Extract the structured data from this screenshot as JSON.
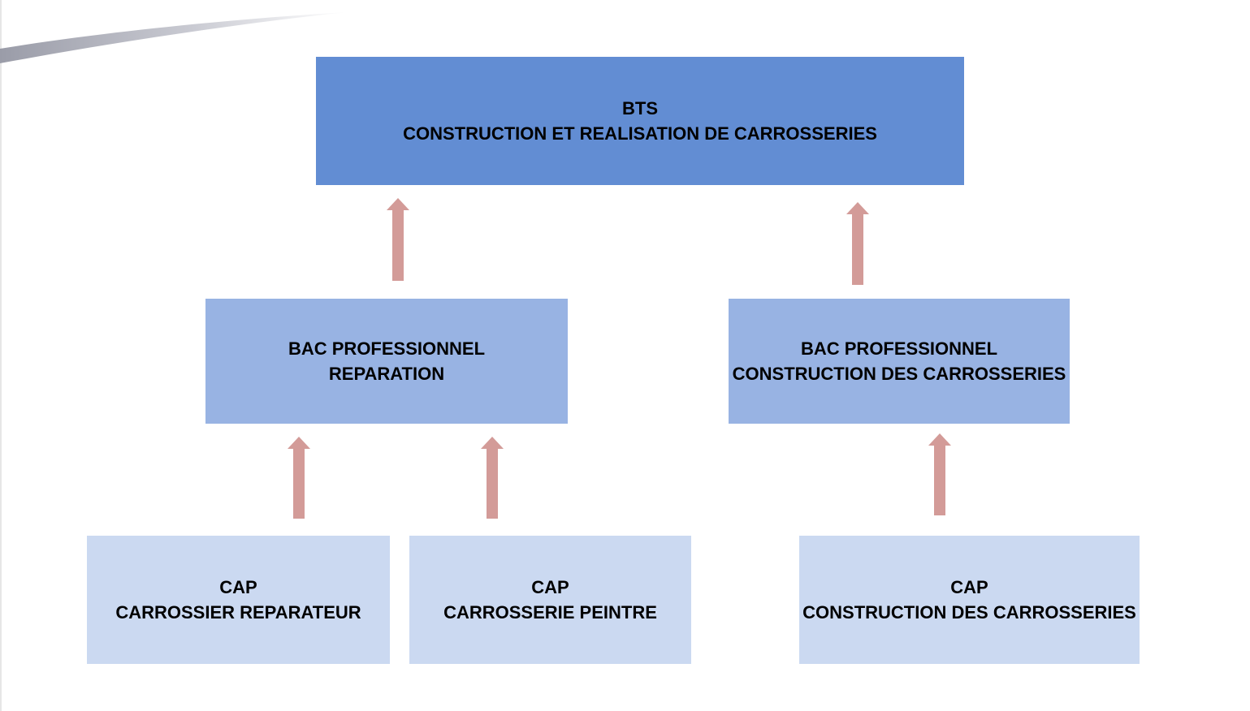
{
  "colors": {
    "bts_fill": "#628dd3",
    "bac_fill": "#98b3e3",
    "cap_fill": "#cbd9f1",
    "arrow": "#d39b98",
    "text": "#000000"
  },
  "nodes": {
    "bts": {
      "line1": "BTS",
      "line2": "CONSTRUCTION ET REALISATION DE CARROSSERIES"
    },
    "bac_reparation": {
      "line1": "BAC PROFESSIONNEL",
      "line2": "REPARATION"
    },
    "bac_construction": {
      "line1": "BAC PROFESSIONNEL",
      "line2": "CONSTRUCTION DES CARROSSERIES"
    },
    "cap_reparateur": {
      "line1": "CAP",
      "line2": "CARROSSIER REPARATEUR"
    },
    "cap_peintre": {
      "line1": "CAP",
      "line2": "CARROSSERIE PEINTRE"
    },
    "cap_construction": {
      "line1": "CAP",
      "line2": "CONSTRUCTION DES CARROSSERIES"
    }
  },
  "edges": [
    {
      "from": "bac_reparation",
      "to": "bts"
    },
    {
      "from": "bac_construction",
      "to": "bts"
    },
    {
      "from": "cap_reparateur",
      "to": "bac_reparation"
    },
    {
      "from": "cap_peintre",
      "to": "bac_reparation"
    },
    {
      "from": "cap_construction",
      "to": "bac_construction"
    }
  ]
}
